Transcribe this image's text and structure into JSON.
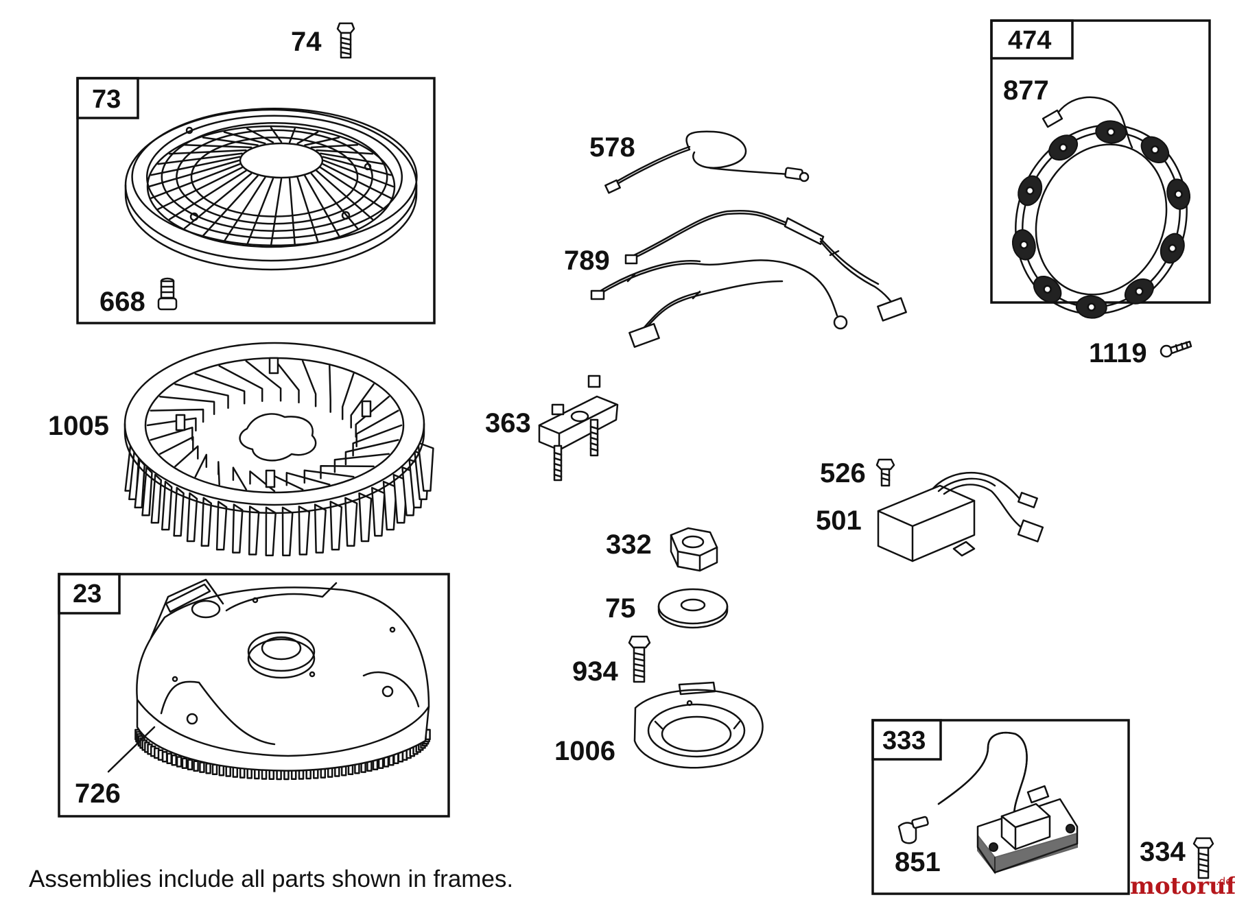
{
  "labels": {
    "p74": "74",
    "p73": "73",
    "p668": "668",
    "p578": "578",
    "p789": "789",
    "p474": "474",
    "p877": "877",
    "p1119": "1119",
    "p1005": "1005",
    "p363": "363",
    "p526": "526",
    "p501": "501",
    "p332": "332",
    "p75": "75",
    "p23": "23",
    "p934": "934",
    "p1006": "1006",
    "p726": "726",
    "p333": "333",
    "p851": "851",
    "p334": "334"
  },
  "note": "Assemblies include all parts shown in frames.",
  "watermark": {
    "brand": "motoruf",
    "suffix": ".de",
    "color": "#b5171c"
  }
}
